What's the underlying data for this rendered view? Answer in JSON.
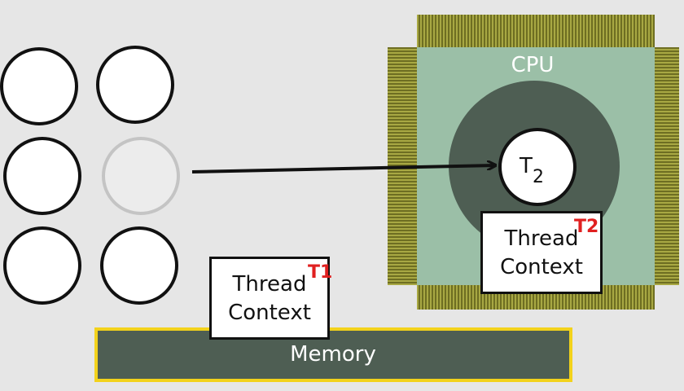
{
  "colors": {
    "background": "#e6e6e6",
    "cpu_body": "#9bbfa7",
    "cpu_core": "#4e5e53",
    "cpu_pins": "#8a8a30",
    "memory_fill": "#4e5e53",
    "memory_border": "#f2d21b",
    "label_red": "#e02020"
  },
  "cpu": {
    "label": "CPU"
  },
  "running_thread": {
    "label": "T",
    "subscript": "2"
  },
  "memory": {
    "label": "Memory"
  },
  "context_t1": {
    "line1": "Thread",
    "line2": "Context",
    "tag": "T1"
  },
  "context_t2": {
    "line1": "Thread",
    "line2": "Context",
    "tag": "T2"
  },
  "thread_pool": {
    "count": 6,
    "faded_index": 3
  }
}
